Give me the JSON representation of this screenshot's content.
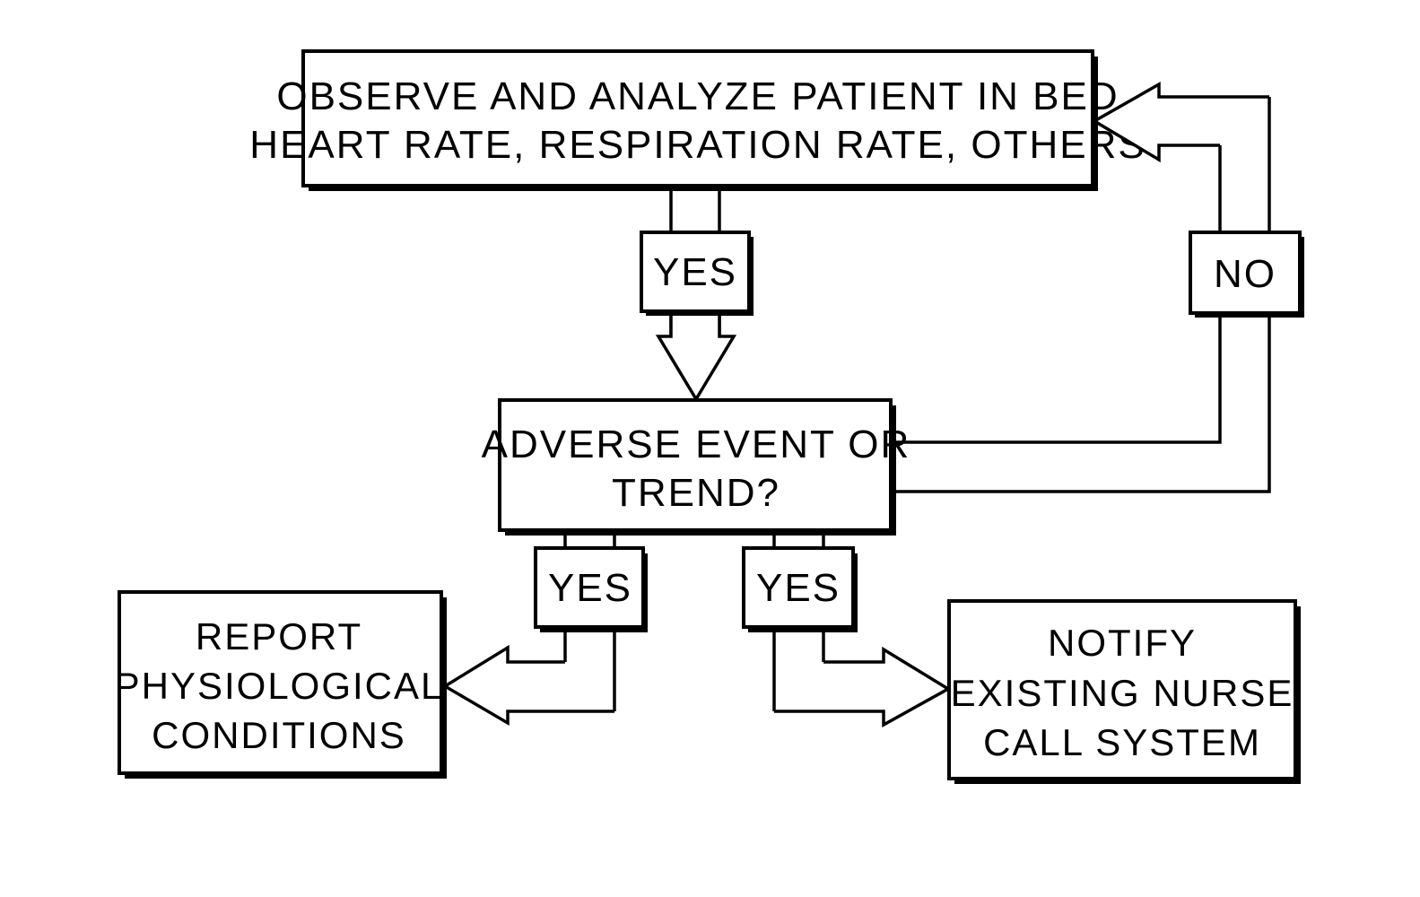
{
  "nodes": {
    "observe": {
      "line1": "OBSERVE AND ANALYZE PATIENT IN BED",
      "line2": "HEART RATE, RESPIRATION RATE, OTHERS"
    },
    "decision": {
      "line1": "ADVERSE EVENT OR",
      "line2": "TREND?"
    },
    "report": {
      "line1": "REPORT",
      "line2": "PHYSIOLOGICAL",
      "line3": "CONDITIONS"
    },
    "notify": {
      "line1": "NOTIFY",
      "line2": "EXISTING NURSE",
      "line3": "CALL SYSTEM"
    }
  },
  "edges": {
    "observe_to_decision": "YES",
    "decision_to_observe": "NO",
    "decision_to_report": "YES",
    "decision_to_notify": "YES"
  }
}
